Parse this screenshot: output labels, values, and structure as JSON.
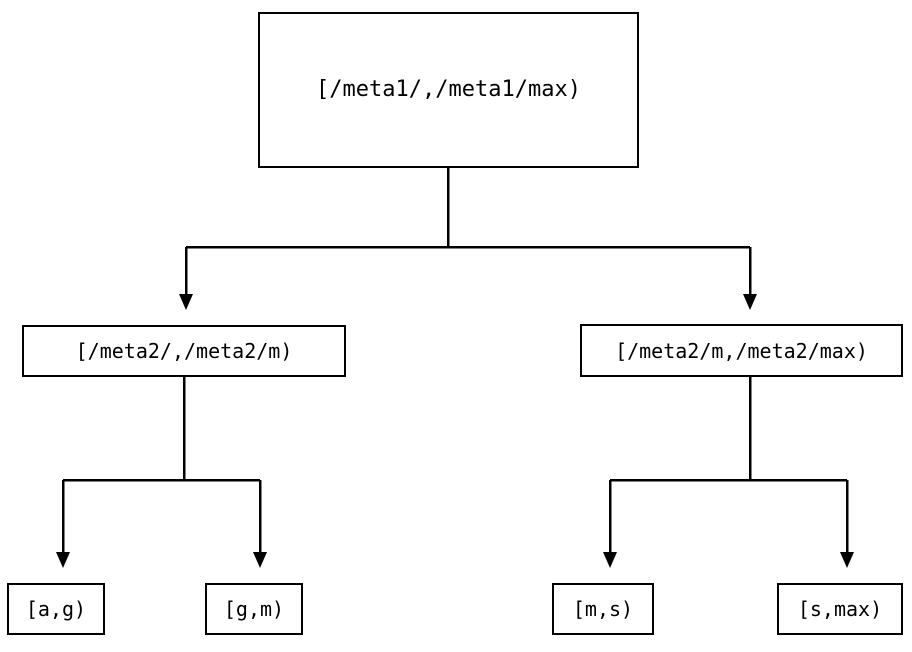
{
  "diagram": {
    "type": "interval-partition-tree",
    "orientation": "top-down",
    "background_color": "#ffffff",
    "line_color": "#000000",
    "text_color": "#000000",
    "nodes": {
      "root": {
        "label": "[/meta1/,/meta1/max)"
      },
      "meta2_low": {
        "label": "[/meta2/,/meta2/m)"
      },
      "meta2_high": {
        "label": "[/meta2/m,/meta2/max)"
      },
      "leaf_ag": {
        "label": "[a,g)"
      },
      "leaf_gm": {
        "label": "[g,m)"
      },
      "leaf_ms": {
        "label": "[m,s)"
      },
      "leaf_smax": {
        "label": "[s,max)"
      }
    },
    "edges": [
      {
        "from": "root",
        "to": "meta2_low",
        "arrow": "filled-triangle-down"
      },
      {
        "from": "root",
        "to": "meta2_high",
        "arrow": "filled-triangle-down"
      },
      {
        "from": "meta2_low",
        "to": "leaf_ag",
        "arrow": "filled-triangle-down"
      },
      {
        "from": "meta2_low",
        "to": "leaf_gm",
        "arrow": "filled-triangle-down"
      },
      {
        "from": "meta2_high",
        "to": "leaf_ms",
        "arrow": "filled-triangle-down"
      },
      {
        "from": "meta2_high",
        "to": "leaf_smax",
        "arrow": "filled-triangle-down"
      }
    ]
  }
}
